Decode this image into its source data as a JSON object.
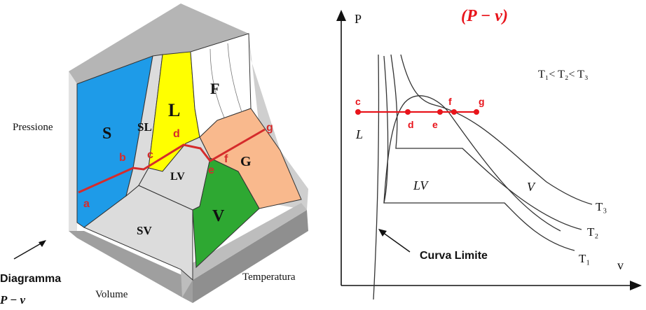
{
  "left_diagram": {
    "region_labels": {
      "S": "S",
      "SL": "SL",
      "L": "L",
      "F": "F",
      "LV": "LV",
      "G": "G",
      "SV": "SV",
      "V": "V"
    },
    "point_labels": [
      "a",
      "b",
      "c",
      "d",
      "e",
      "f",
      "g"
    ],
    "axis_pressione": "Pressione",
    "axis_volume": "Volume",
    "axis_temperatura": "Temperatura",
    "caption_line1": "Diagramma",
    "caption_line2": "P − v",
    "colors": {
      "solid": "#1e9be8",
      "liquid": "#ffff00",
      "fluid": "#ffffff",
      "gas": "#f9b98d",
      "vapor": "#2ea832",
      "mixture": "#dcdcdc",
      "wall": "#a9a9a9",
      "path": "#d52b2b"
    }
  },
  "right_diagram": {
    "title": "(P − v)",
    "axis_p": "P",
    "axis_v": "v",
    "relation": "T₁< T₂< T₃",
    "region_L": "L",
    "region_LV": "LV",
    "region_V": "V",
    "isotherms": [
      "T₁",
      "T₂",
      "T₃"
    ],
    "point_labels_top": [
      "c",
      "f",
      "g"
    ],
    "point_labels_bottom": [
      "d",
      "e"
    ],
    "curva_limite": "Curva Limite",
    "colors": {
      "title": "#e8141b",
      "path": "#e8141b",
      "curve": "#333333"
    }
  }
}
